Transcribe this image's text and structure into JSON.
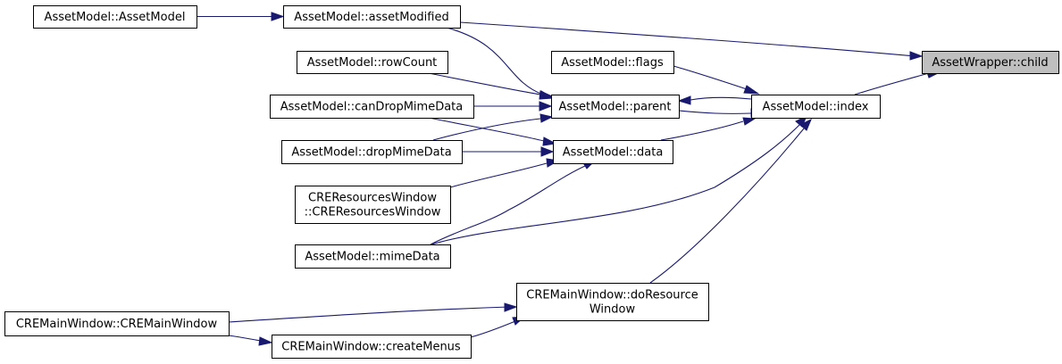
{
  "colors": {
    "edge": "#191970",
    "node_border": "#000000",
    "node_fill": "#ffffff",
    "focus_fill": "#bfbfbf",
    "text": "#000000"
  },
  "diagram": {
    "type": "call-graph",
    "focus_node": "child",
    "nodes": [
      {
        "id": "child",
        "lines": [
          "AssetWrapper::child"
        ]
      },
      {
        "id": "index",
        "lines": [
          "AssetModel::index"
        ]
      },
      {
        "id": "assetModified",
        "lines": [
          "AssetModel::assetModified"
        ]
      },
      {
        "id": "ctor",
        "lines": [
          "AssetModel::AssetModel"
        ]
      },
      {
        "id": "flags",
        "lines": [
          "AssetModel::flags"
        ]
      },
      {
        "id": "parent",
        "lines": [
          "AssetModel::parent"
        ]
      },
      {
        "id": "rowCount",
        "lines": [
          "AssetModel::rowCount"
        ]
      },
      {
        "id": "canDrop",
        "lines": [
          "AssetModel::canDropMimeData"
        ]
      },
      {
        "id": "dropMime",
        "lines": [
          "AssetModel::dropMimeData"
        ]
      },
      {
        "id": "data",
        "lines": [
          "AssetModel::data"
        ]
      },
      {
        "id": "creRes",
        "lines": [
          "CREResourcesWindow",
          "::CREResourcesWindow"
        ]
      },
      {
        "id": "mimeData",
        "lines": [
          "AssetModel::mimeData"
        ]
      },
      {
        "id": "doRes",
        "lines": [
          "CREMainWindow::doResource",
          "Window"
        ]
      },
      {
        "id": "mainWin",
        "lines": [
          "CREMainWindow::CREMainWindow"
        ]
      },
      {
        "id": "createMenus",
        "lines": [
          "CREMainWindow::createMenus"
        ]
      }
    ],
    "edges": [
      {
        "from": "ctor",
        "to": "assetModified"
      },
      {
        "from": "assetModified",
        "to": "child"
      },
      {
        "from": "index",
        "to": "child"
      },
      {
        "from": "flags",
        "to": "index"
      },
      {
        "from": "parent",
        "to": "index"
      },
      {
        "from": "index",
        "to": "parent"
      },
      {
        "from": "data",
        "to": "index"
      },
      {
        "from": "mimeData",
        "to": "index"
      },
      {
        "from": "doRes",
        "to": "index"
      },
      {
        "from": "assetModified",
        "to": "parent"
      },
      {
        "from": "rowCount",
        "to": "parent"
      },
      {
        "from": "canDrop",
        "to": "parent"
      },
      {
        "from": "dropMime",
        "to": "parent"
      },
      {
        "from": "canDrop",
        "to": "data"
      },
      {
        "from": "dropMime",
        "to": "data"
      },
      {
        "from": "creRes",
        "to": "data"
      },
      {
        "from": "mimeData",
        "to": "data"
      },
      {
        "from": "mainWin",
        "to": "doRes"
      },
      {
        "from": "mainWin",
        "to": "createMenus"
      },
      {
        "from": "createMenus",
        "to": "doRes"
      }
    ]
  }
}
